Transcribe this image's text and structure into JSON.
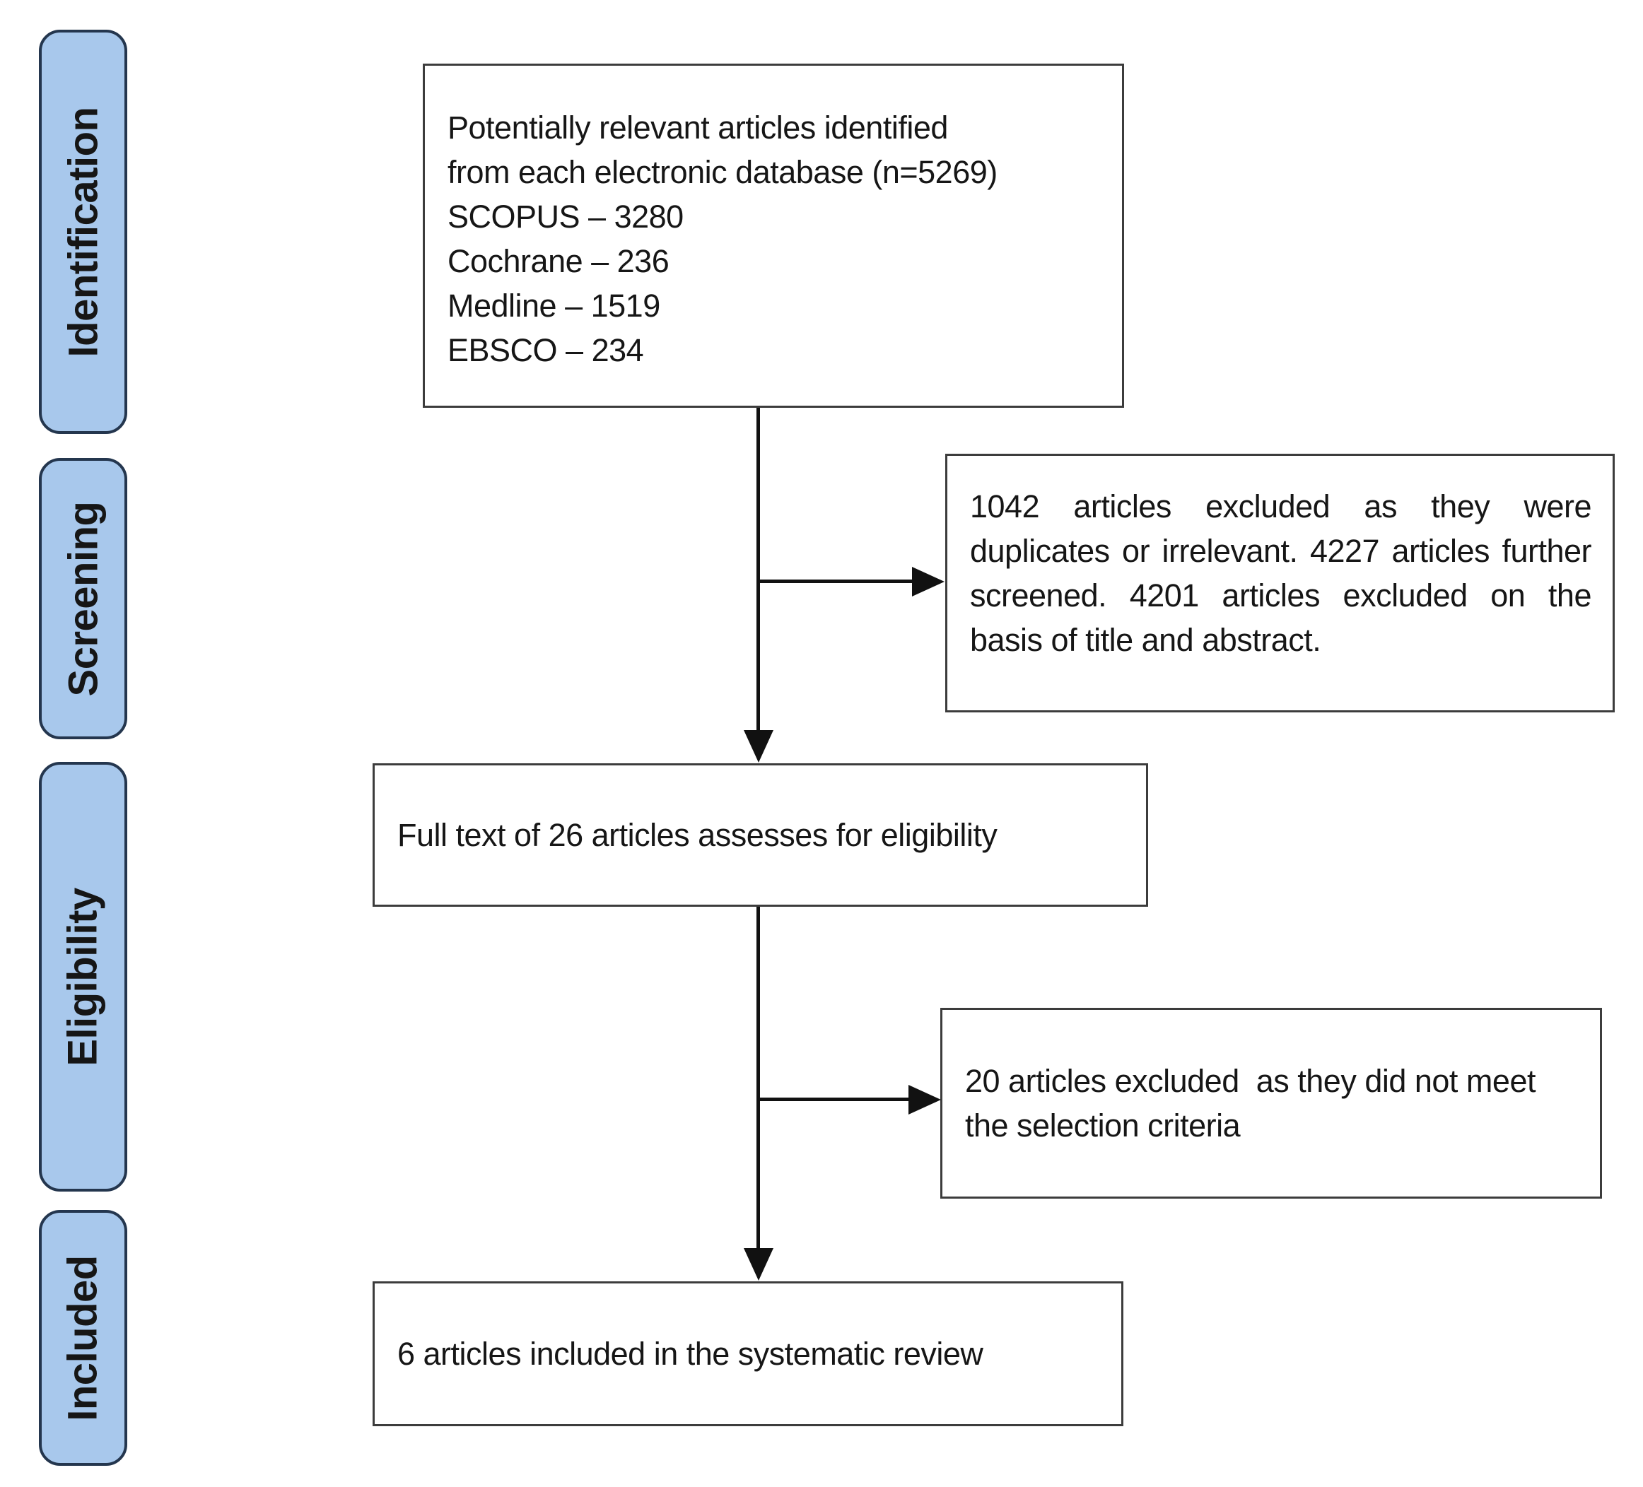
{
  "diagram": {
    "type": "flowchart",
    "subtype": "prisma-systematic-review-flow"
  },
  "stages": [
    {
      "label": "Identification"
    },
    {
      "label": "Screening"
    },
    {
      "label": "Eligibility"
    },
    {
      "label": "Included"
    }
  ],
  "boxes": {
    "identification": {
      "lines": [
        "Potentially relevant articles identified",
        "from each electronic database (n=5269)",
        "SCOPUS – 3280",
        "Cochrane – 236",
        "Medline – 1519",
        "EBSCO – 234"
      ]
    },
    "screening_excluded": {
      "text": "1042 articles excluded as they were duplicates or irrelevant. 4227 articles further screened. 4201 articles excluded on the basis of title and abstract."
    },
    "eligibility": {
      "text": "Full text of 26 articles assesses for eligibility"
    },
    "eligibility_excluded": {
      "text": "20 articles excluded  as they did not meet the selection criteria"
    },
    "included": {
      "text": "6 articles included in the systematic review"
    }
  },
  "counts": {
    "identified_total": 5269,
    "scopus": 3280,
    "cochrane": 236,
    "medline": 1519,
    "ebsco": 234,
    "excluded_duplicates_irrelevant": 1042,
    "further_screened": 4227,
    "excluded_title_abstract": 4201,
    "full_text_assessed": 26,
    "excluded_selection_criteria": 20,
    "included_in_review": 6
  },
  "colors": {
    "stage_fill": "#A8C8EC",
    "stage_border": "#24364E",
    "box_border": "#3C3C3C",
    "text": "#161616",
    "background": "#FFFFFF",
    "arrow": "#111111"
  }
}
